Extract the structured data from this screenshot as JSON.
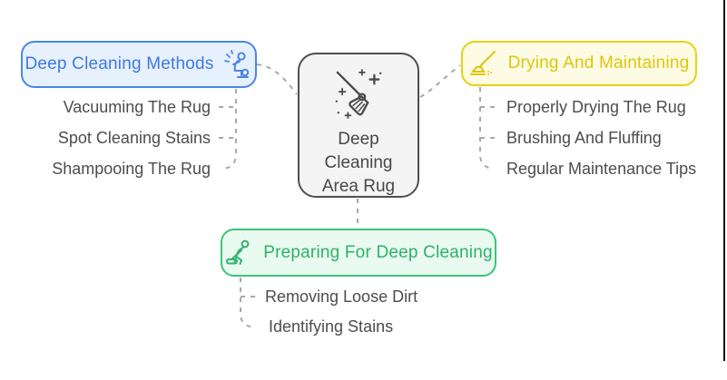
{
  "diagram": {
    "type": "mindmap",
    "connector_color": "#a8a8a8",
    "center_node": {
      "title": "Deep Cleaning Area Rug",
      "icon": "broom-sparkles-icon",
      "bg": "#f4f4f4",
      "border_color": "#4f4f4f",
      "text_color": "#484848"
    },
    "branches": [
      {
        "label": "Deep Cleaning Methods",
        "icon": "person-scrubbing-spray-icon",
        "accent": "#4a86e8",
        "bg": "#e7f0fd",
        "items": [
          "Vacuuming The Rug",
          "Spot Cleaning Stains",
          "Shampooing The Rug"
        ]
      },
      {
        "label": "Drying And Maintaining",
        "icon": "squeegee-mop-icon",
        "accent": "#e6d20f",
        "bg": "#fdfbe3",
        "items": [
          "Properly Drying The Rug",
          "Brushing And Fluffing",
          "Regular Maintenance Tips"
        ]
      },
      {
        "label": "Preparing For Deep Cleaning",
        "icon": "person-floor-scrubber-icon",
        "accent": "#3cc478",
        "bg": "#e9faf0",
        "items": [
          "Removing Loose Dirt",
          "Identifying Stains"
        ]
      }
    ]
  }
}
